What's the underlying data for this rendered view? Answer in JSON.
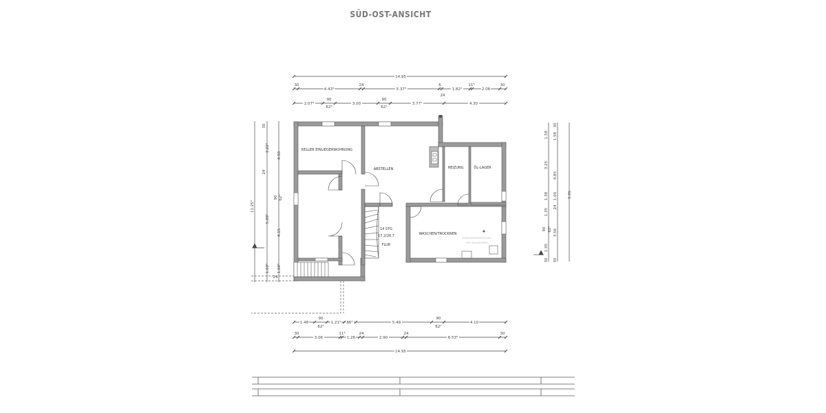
{
  "title": "SÜD-OST-ANSICHT",
  "rooms": {
    "keller": "KELLER EINLIEGERWOHNUNG",
    "abstellen": "ABSTELLEN",
    "heizung": "HEIZUNG",
    "oellager": "ÖL-LAGER",
    "waschen": "WASCHEN/TROCKNEN",
    "flur": "FLUR",
    "stair_steps": "14 STG",
    "stair_ratio": "17.2/26.7",
    "note_line1": "ERDUNGSANSCHLUSS",
    "note_line2": "MIT SAUGPUMPE"
  },
  "dimensions": {
    "top_total": "14.95",
    "top_row2": [
      "30",
      "4.43⁵",
      "24",
      "5.37⁵",
      "6",
      "24",
      "1.82⁵",
      "11⁵",
      "2.06",
      "30"
    ],
    "top_row3": [
      "2.07⁵",
      "90",
      "62⁵",
      "3.00",
      "90",
      "62⁵",
      "3.77⁵",
      "4.30"
    ],
    "bottom_row1": [
      "1.48",
      "90",
      "62⁵",
      "1.21⁵",
      "86⁵",
      "5.49",
      "90",
      "62⁵",
      "4.10"
    ],
    "bottom_row2": [
      "30",
      "3.06",
      "11⁵",
      "1.26",
      "24",
      "2.90",
      "24",
      "6.53⁵",
      "30"
    ],
    "bottom_total": "14.95",
    "left_total": "11.25⁵",
    "left_row2": [
      "30",
      "3.22⁵",
      "24",
      "5.88⁵",
      "1.60⁵"
    ],
    "left_row3": [
      "4.90",
      "90",
      "62⁵",
      "4.15",
      "1.04⁵",
      "24"
    ],
    "right_total": "9.95",
    "right_row1": [
      "1.58",
      "3.25",
      "1.38",
      "1.35",
      "90",
      "62⁵",
      "1.95",
      "30"
    ],
    "right_row2": [
      "30",
      "1.58",
      "4.85",
      "1.00",
      "24",
      "3.56",
      "30"
    ]
  },
  "title_block": {
    "rows": 2,
    "columns": 3
  }
}
